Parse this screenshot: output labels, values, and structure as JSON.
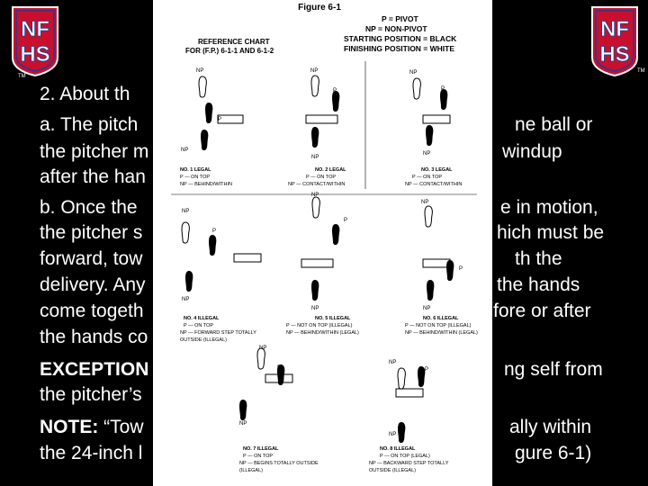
{
  "logo": {
    "letters_top": "NF",
    "letters_bottom": "HS",
    "tm": "TM"
  },
  "colors": {
    "background": "#000000",
    "text": "#ffffff",
    "logo_red": "#c8102e",
    "logo_blue": "#1b3f94"
  },
  "body": {
    "line1": "2.  About th",
    "line2_left": "a. The pitch",
    "line2_right": "ne ball or",
    "line3_left": "the pitcher m",
    "line3_right": "windup",
    "line4_left": "after the han",
    "line5_left": "b. Once the",
    "line5_right": "e in motion,",
    "line6_left": "the pitcher s",
    "line6_right": "hich must be",
    "line7_left": "forward, tow",
    "line7_right": "th the",
    "line8_left": "delivery. Any",
    "line8_right": "the hands",
    "line9_left": "come togeth",
    "line9_right": "fore or after",
    "line10_left": "the hands co",
    "line11_left": "EXCEPTION",
    "line11_right": "ng self from",
    "line12_left": "the pitcher’s",
    "line13_left": "NOTE:",
    "line13_mid": " “Tow",
    "line13_right": "ally within",
    "line14_left": "the 24-inch l",
    "line14_right": "gure 6-1)"
  },
  "figure": {
    "title": "Figure 6-1",
    "legend": [
      "P = PIVOT",
      "NP = NON-PIVOT",
      "STARTING POSITION = BLACK",
      "FINISHING POSITION = WHITE"
    ],
    "chart_title": [
      "REFERENCE CHART",
      "FOR (F.P.) 6-1-1 AND 6-1-2"
    ],
    "foot_p": "P",
    "foot_np": "NP",
    "captions": [
      [
        "NO. 1 LEGAL",
        "P — ON TOP",
        "NP — BEHIND/WITHIN"
      ],
      [
        "NO. 2 LEGAL",
        "P — ON TOP",
        "NP — CONTACT/WITHIN"
      ],
      [
        "NO. 3 LEGAL",
        "P — ON TOP",
        "NP — CONTACT/WITHIN"
      ],
      [
        "NO. 4 ILLEGAL",
        "P — ON TOP",
        "NP — FORWARD STEP TOTALLY",
        "OUTSIDE (ILLEGAL)"
      ],
      [
        "NO. 5 ILLEGAL",
        "P — NOT ON TOP (ILLEGAL)",
        "NP — BEHIND/WITHIN (LEGAL)"
      ],
      [
        "NO. 6 ILLEGAL",
        "P — NOT ON TOP (ILLEGAL)",
        "NP — BEHIND/WITHIN (LEGAL)"
      ],
      [
        "NO. 7 ILLEGAL",
        "P — ON TOP",
        "NP — BEGINS TOTALLY OUTSIDE",
        "(ILLEGAL)"
      ],
      [
        "NO. 8 ILLEGAL",
        "P — ON TOP (LEGAL)",
        "NP — BACKWARD STEP TOTALLY",
        "OUTSIDE (ILLEGAL)"
      ]
    ]
  }
}
